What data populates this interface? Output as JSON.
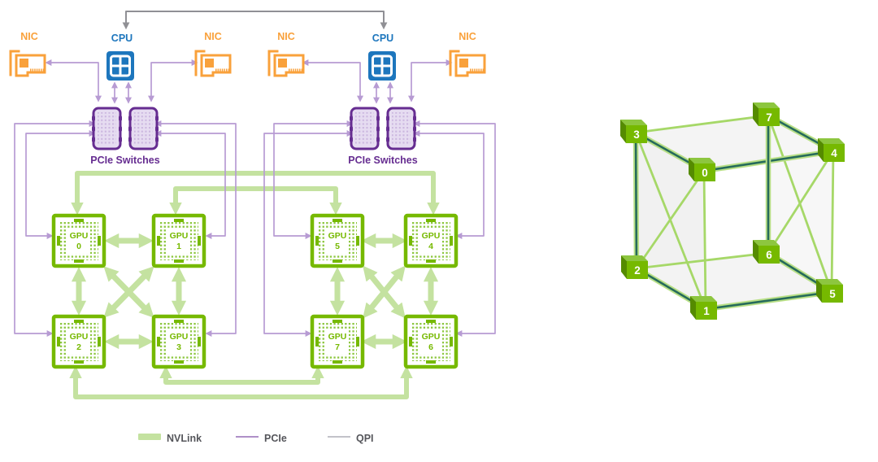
{
  "labels": {
    "nic": "NIC",
    "cpu": "CPU",
    "pcie_switches": "PCIe Switches",
    "gpu": "GPU"
  },
  "gpu_numbers": {
    "left": [
      "0",
      "1",
      "2",
      "3"
    ],
    "right": [
      "5",
      "4",
      "7",
      "6"
    ]
  },
  "legend": {
    "nvlink": "NVLink",
    "pcie": "PCIe",
    "qpi": "QPI"
  },
  "cube": {
    "vertices": [
      "0",
      "1",
      "2",
      "3",
      "4",
      "5",
      "6",
      "7"
    ],
    "dual_nvlink_ring_edges": [
      "3-0",
      "0-4",
      "4-7",
      "7-6",
      "6-5",
      "5-1",
      "1-2",
      "2-3"
    ],
    "single_nvlink_edges": [
      "3-7",
      "0-1",
      "4-5",
      "2-6",
      "3-1",
      "2-0",
      "7-5",
      "4-6"
    ]
  },
  "connections": {
    "qpi": [
      "CPU-CPU"
    ],
    "cpu_to_switches": [
      "CPU1-SwitchA1",
      "CPU1-SwitchA2",
      "CPU2-SwitchB1",
      "CPU2-SwitchB2"
    ],
    "nic_to_switches": [
      "NIC1-SwitchA1",
      "NIC2-SwitchA2",
      "NIC3-SwitchB1",
      "NIC4-SwitchB2"
    ],
    "gpu_to_switches": [
      "GPU0-SwitchA1",
      "GPU2-SwitchA1",
      "GPU1-SwitchA2",
      "GPU3-SwitchA2",
      "GPU5-SwitchB1",
      "GPU7-SwitchB1",
      "GPU4-SwitchB2",
      "GPU6-SwitchB2"
    ],
    "nvlink_intra_cluster": [
      "GPU0-GPU1",
      "GPU0-GPU2",
      "GPU0-GPU3",
      "GPU1-GPU2",
      "GPU1-GPU3",
      "GPU2-GPU3",
      "GPU4-GPU5",
      "GPU4-GPU6",
      "GPU4-GPU7",
      "GPU5-GPU6",
      "GPU5-GPU7",
      "GPU6-GPU7"
    ],
    "nvlink_cross_cluster": [
      "GPU0-GPU4",
      "GPU1-GPU5",
      "GPU2-GPU6",
      "GPU3-GPU7"
    ]
  },
  "colors": {
    "nic_orange": "#F9A13B",
    "cpu_blue": "#1D76BD",
    "pcie_purple": "#662D91",
    "pcie_line_purple": "#B79BD3",
    "gpu_green": "#76B900",
    "nvlink_light_green": "#C4E2A0",
    "qpi_gray": "#909095",
    "cube_dual_link_dark": "#266B5B",
    "cube_single_link_green": "#A6D868",
    "legend_text_gray": "#55565B"
  }
}
